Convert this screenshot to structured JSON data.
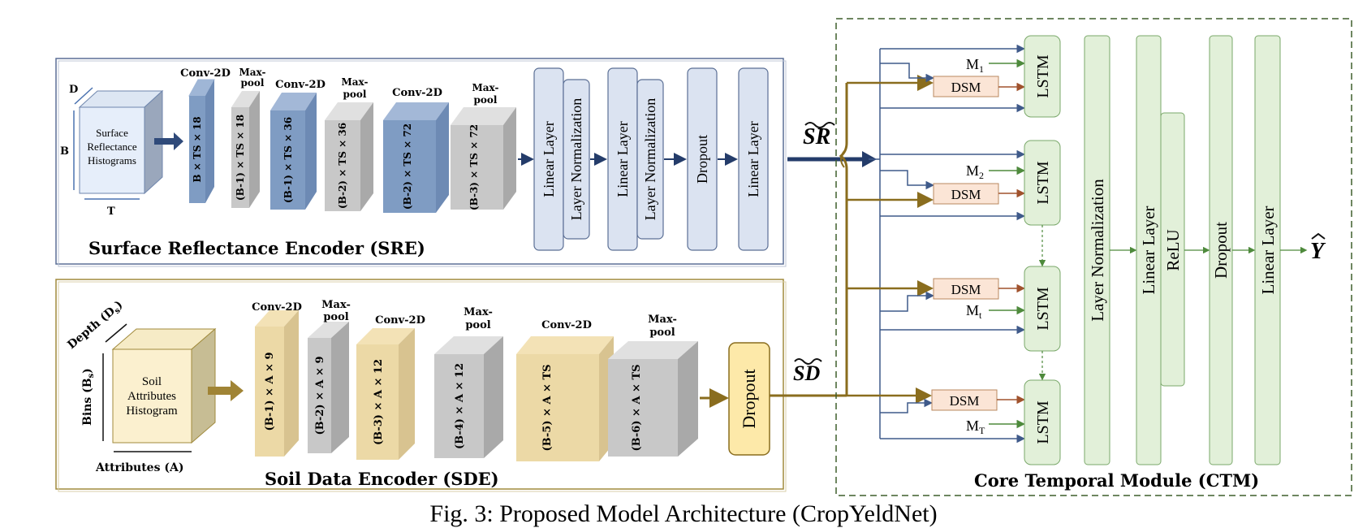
{
  "sre": {
    "title": "Surface Reflectance Encoder (SRE)",
    "input_label": [
      "Surface",
      "Reflectance",
      "Histograms"
    ],
    "dim_d": "D",
    "dim_b": "B",
    "dim_t": "T",
    "blocks": [
      {
        "header": "Conv-2D",
        "label": "B × TS × 18"
      },
      {
        "header": "Max-pool",
        "label": "(B-1) × TS × 18"
      },
      {
        "header": "Conv-2D",
        "label": "(B-1) × TS × 36"
      },
      {
        "header": "Max-pool",
        "label": "(B-2) × TS × 36"
      },
      {
        "header": "Conv-2D",
        "label": "(B-2) × TS × 72"
      },
      {
        "header": "Max-pool",
        "label": "(B-3) × TS × 72"
      }
    ],
    "layers": [
      "Linear Layer",
      "Layer Normalization",
      "Linear Layer",
      "Layer Normalization",
      "Dropout",
      "Linear Layer"
    ],
    "output_label": "SR"
  },
  "sde": {
    "title": "Soil Data Encoder (SDE)",
    "input_label": [
      "Soil",
      "Attributes",
      "Histogram"
    ],
    "dim_depth": "Depth (D",
    "dim_depth_sub": "s",
    "dim_bins": "Bins (B",
    "dim_bins_sub": "s",
    "dim_attr": "Attributes (A)",
    "blocks": [
      {
        "header": "Conv-2D",
        "label": "(B-1) × A × 9"
      },
      {
        "header": "Max-pool",
        "label": "(B-2) × A × 9"
      },
      {
        "header": "Conv-2D",
        "label": "(B-3) × A × 12"
      },
      {
        "header": "Max-pool",
        "label": "(B-4) × A × 12"
      },
      {
        "header": "Conv-2D",
        "label": "(B-5) × A × TS"
      },
      {
        "header": "Max-pool",
        "label": "(B-6) × A × TS"
      }
    ],
    "dropout": "Dropout",
    "output_label": "SD"
  },
  "ctm": {
    "title": "Core Temporal Module (CTM)",
    "lstm": "LSTM",
    "dsm": "DSM",
    "masks": [
      {
        "main": "M",
        "sub": "1"
      },
      {
        "main": "M",
        "sub": "2"
      },
      {
        "main": "M",
        "sub": "t"
      },
      {
        "main": "M",
        "sub": "T"
      }
    ],
    "layers": [
      "Layer Normalization",
      "Linear Layer",
      "ReLU",
      "Dropout",
      "Linear Layer"
    ],
    "output": "Y"
  },
  "caption": "Fig. 3: Proposed Model Architecture (CropYeldNet)",
  "colors": {
    "blue_conv": "#7f9cc3",
    "gray_pool": "#c8c8c8",
    "yellow_conv": "#ecd9a6",
    "navy_arrow": "#243c6a",
    "olive_arrow": "#8a6d1e",
    "green_box": "#e2f0d9",
    "green_border": "#7aa86a",
    "dsm_fill": "#fbe5d6",
    "sre_fill": "#dbe3f1"
  }
}
